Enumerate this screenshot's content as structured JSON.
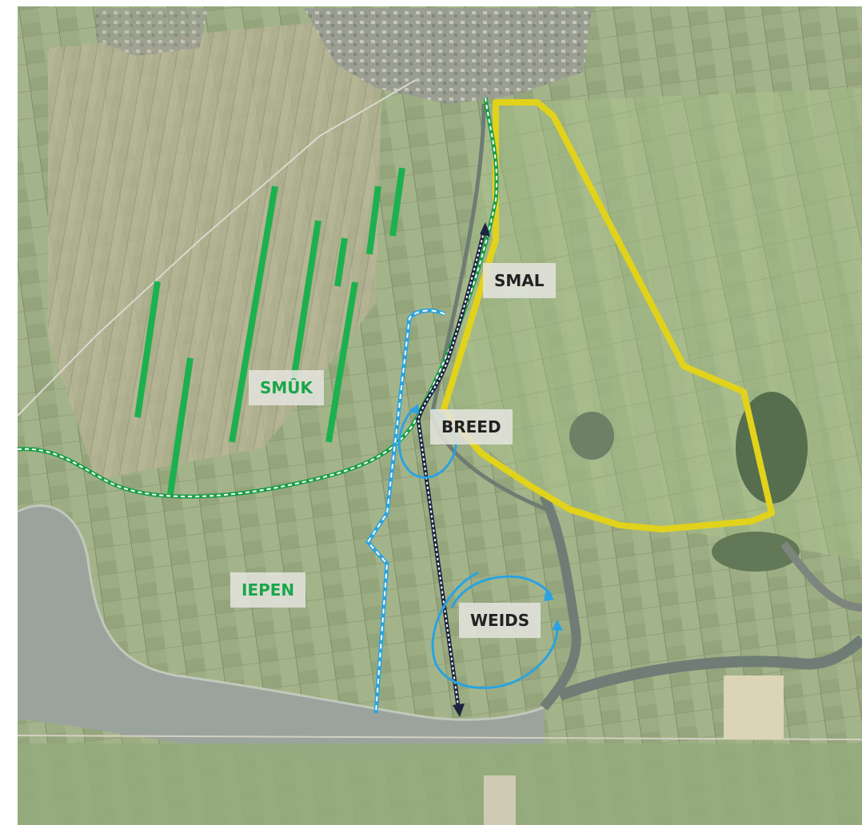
{
  "labels": {
    "smal": "SMAL",
    "smuk": "SMÛK",
    "breed": "BREED",
    "iepen": "IEPEN",
    "weids": "WEIDS"
  },
  "colors": {
    "tree_rows": "#1db04e",
    "boundary": "#e1d21b",
    "blue_route": "#29a3e0",
    "dark_route": "#1b2540",
    "green_route": "#1a9e46",
    "label_green": "#1aa64a",
    "label_dark": "#222222",
    "water": "#8e9790"
  },
  "legend": []
}
